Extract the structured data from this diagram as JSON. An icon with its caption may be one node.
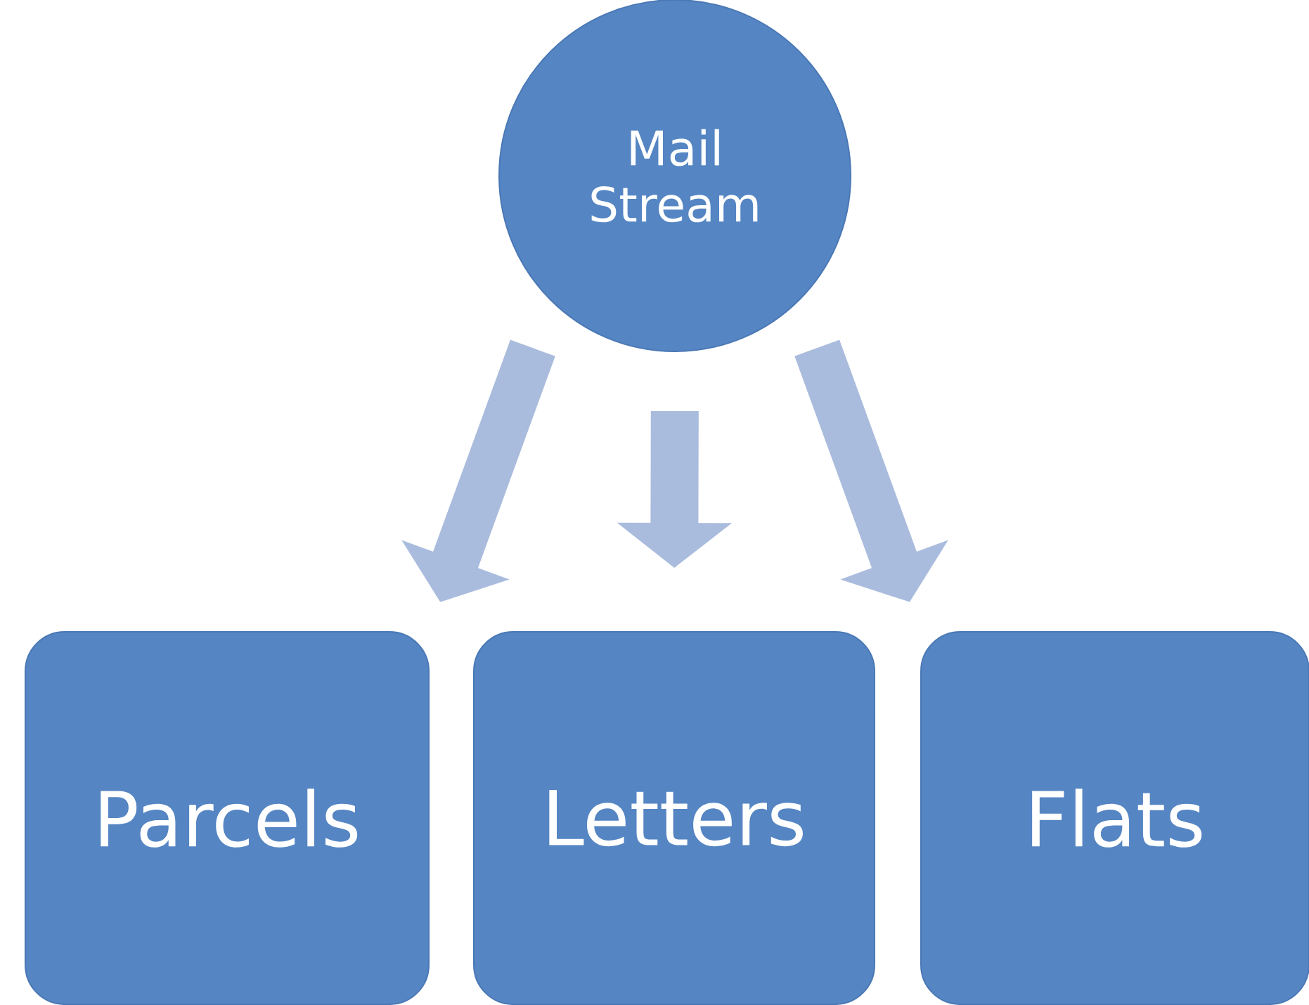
{
  "diagram": {
    "nodes": [
      {
        "text": [
          "Mail Stream"
        ]
      },
      {
        "text": [
          "Parcels"
        ]
      },
      {
        "text": [
          "Letters"
        ]
      },
      {
        "text": [
          "Flats"
        ]
      }
    ],
    "edges": [
      {
        "from": 0,
        "to": 1,
        "arrow": "to"
      },
      {
        "from": 0,
        "to": 2,
        "arrow": "to"
      },
      {
        "from": 0,
        "to": 3,
        "arrow": "to"
      }
    ]
  }
}
